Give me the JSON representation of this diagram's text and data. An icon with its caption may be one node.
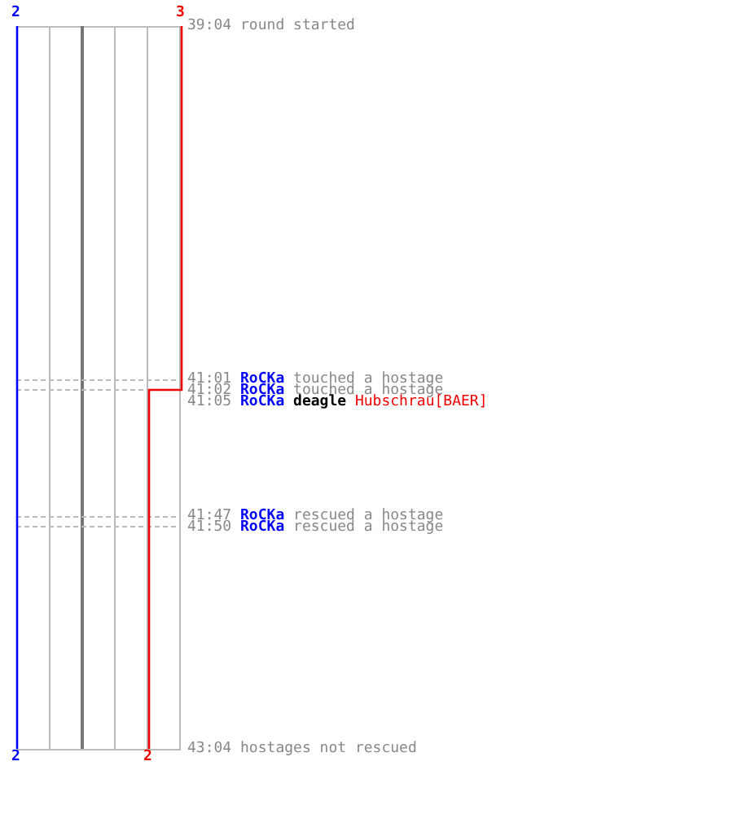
{
  "diagram": {
    "labels": [
      "2",
      "3",
      "39:04",
      "round started",
      "41:01",
      "RoCKa",
      "touched a hostage",
      "41:02",
      "RoCKa",
      "touched a hostage",
      "41:05",
      "RoCKa",
      "deagle",
      "Hubschrau[BAER]",
      "41:47",
      "RoCKa",
      "rescued a hostage",
      "41:50",
      "RoCKa",
      "rescued a hostage",
      "2",
      "2",
      "43:04",
      "hostages not rescued"
    ]
  }
}
